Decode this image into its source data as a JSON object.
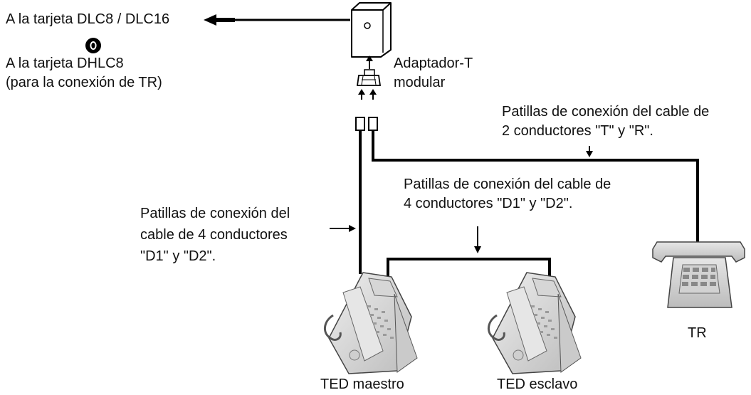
{
  "labels": {
    "dlc_card": "A la tarjeta DLC8 / DLC16",
    "or_marker": "0",
    "dhlc_card": "A la tarjeta DHLC8",
    "dhlc_note": "(para la conexión de TR)",
    "adapter_line1": "Adaptador-T",
    "adapter_line2": "modular",
    "pins2_line1": "Patillas de conexión del cable de",
    "pins2_line2": "2 conductores \"T\" y \"R\".",
    "pins4_line1": "Patillas de conexión del cable de",
    "pins4_line2": "4 conductores \"D1\" y \"D2\".",
    "pins4_left_line1": "Patillas de conexión del",
    "pins4_left_line2": "cable de 4 conductores",
    "pins4_left_line3": "\"D1\" y \"D2\".",
    "master": "TED maestro",
    "slave": "TED esclavo",
    "tr": "TR"
  },
  "icons": {
    "wall_jack": "wall-jack-icon",
    "t_adapter": "modular-t-adapter-icon",
    "master_phone": "digital-phone-icon",
    "slave_phone": "digital-phone-icon",
    "single_line_phone": "single-line-phone-icon"
  }
}
